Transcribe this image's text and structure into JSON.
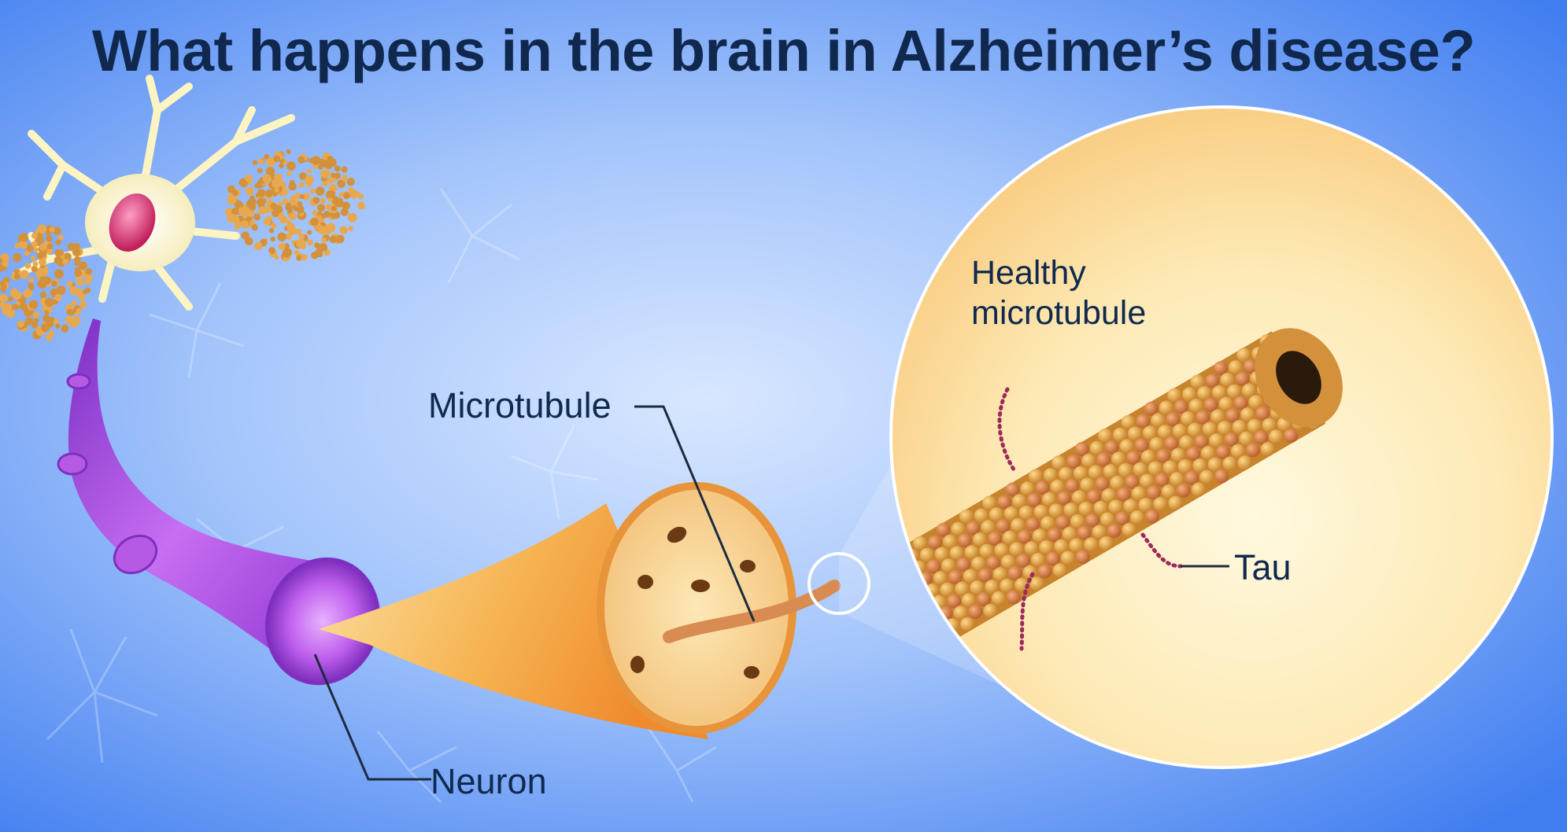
{
  "title": "What happens in the brain in Alzheimer’s disease?",
  "labels": {
    "microtubule": "Microtubule",
    "neuron": "Neuron",
    "healthy_line1": "Healthy",
    "healthy_line2": "microtubule",
    "tau": "Tau"
  },
  "colors": {
    "background_edge": "#3d7ff0",
    "background_center": "#cfe0ff",
    "title_text": "#11284e",
    "axon_purple": "#b456e0",
    "axon_orange": "#f2a33c",
    "microtubule_bead": "#d48a3a",
    "tau_strand": "#9c2a5c",
    "neuron_body": "#fbf6d2",
    "nucleus": "#e0407a",
    "plaque": "#d4913c"
  },
  "icons": {
    "neuron_cell": "neuron-cell-icon",
    "amyloid_plaque": "amyloid-plaque-icon",
    "microtubule_tube": "microtubule-tube-icon",
    "tau_protein": "tau-protein-icon"
  }
}
